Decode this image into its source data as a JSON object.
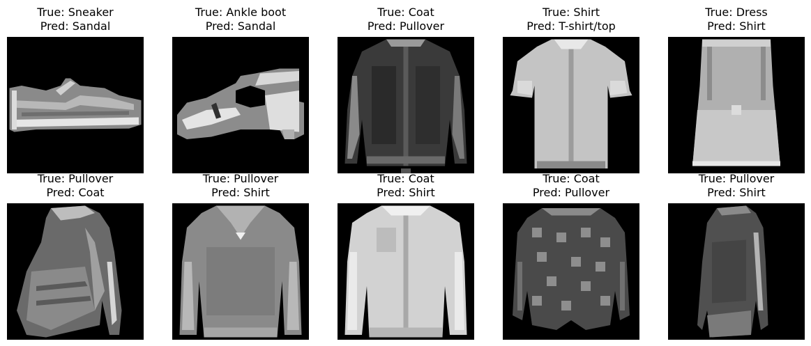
{
  "panels": [
    {
      "true_text": "True: Sneaker",
      "pred_text": "Pred: Sandal",
      "item": "sneaker-icon"
    },
    {
      "true_text": "True: Ankle boot",
      "pred_text": "Pred: Sandal",
      "item": "ankle-boot-icon"
    },
    {
      "true_text": "True: Coat",
      "pred_text": "Pred: Pullover",
      "item": "coat-icon"
    },
    {
      "true_text": "True: Shirt",
      "pred_text": "Pred: T-shirt/top",
      "item": "tshirt-icon"
    },
    {
      "true_text": "True: Dress",
      "pred_text": "Pred: Shirt",
      "item": "dress-icon"
    },
    {
      "true_text": "True: Pullover",
      "pred_text": "Pred: Coat",
      "item": "pullover-icon"
    },
    {
      "true_text": "True: Pullover",
      "pred_text": "Pred: Shirt",
      "item": "pullover-icon"
    },
    {
      "true_text": "True: Coat",
      "pred_text": "Pred: Shirt",
      "item": "coat-icon"
    },
    {
      "true_text": "True: Coat",
      "pred_text": "Pred: Pullover",
      "item": "coat-icon"
    },
    {
      "true_text": "True: Pullover",
      "pred_text": "Pred: Shirt",
      "item": "pullover-icon"
    }
  ],
  "colors": {
    "background": "#ffffff",
    "image_background": "#000000"
  }
}
